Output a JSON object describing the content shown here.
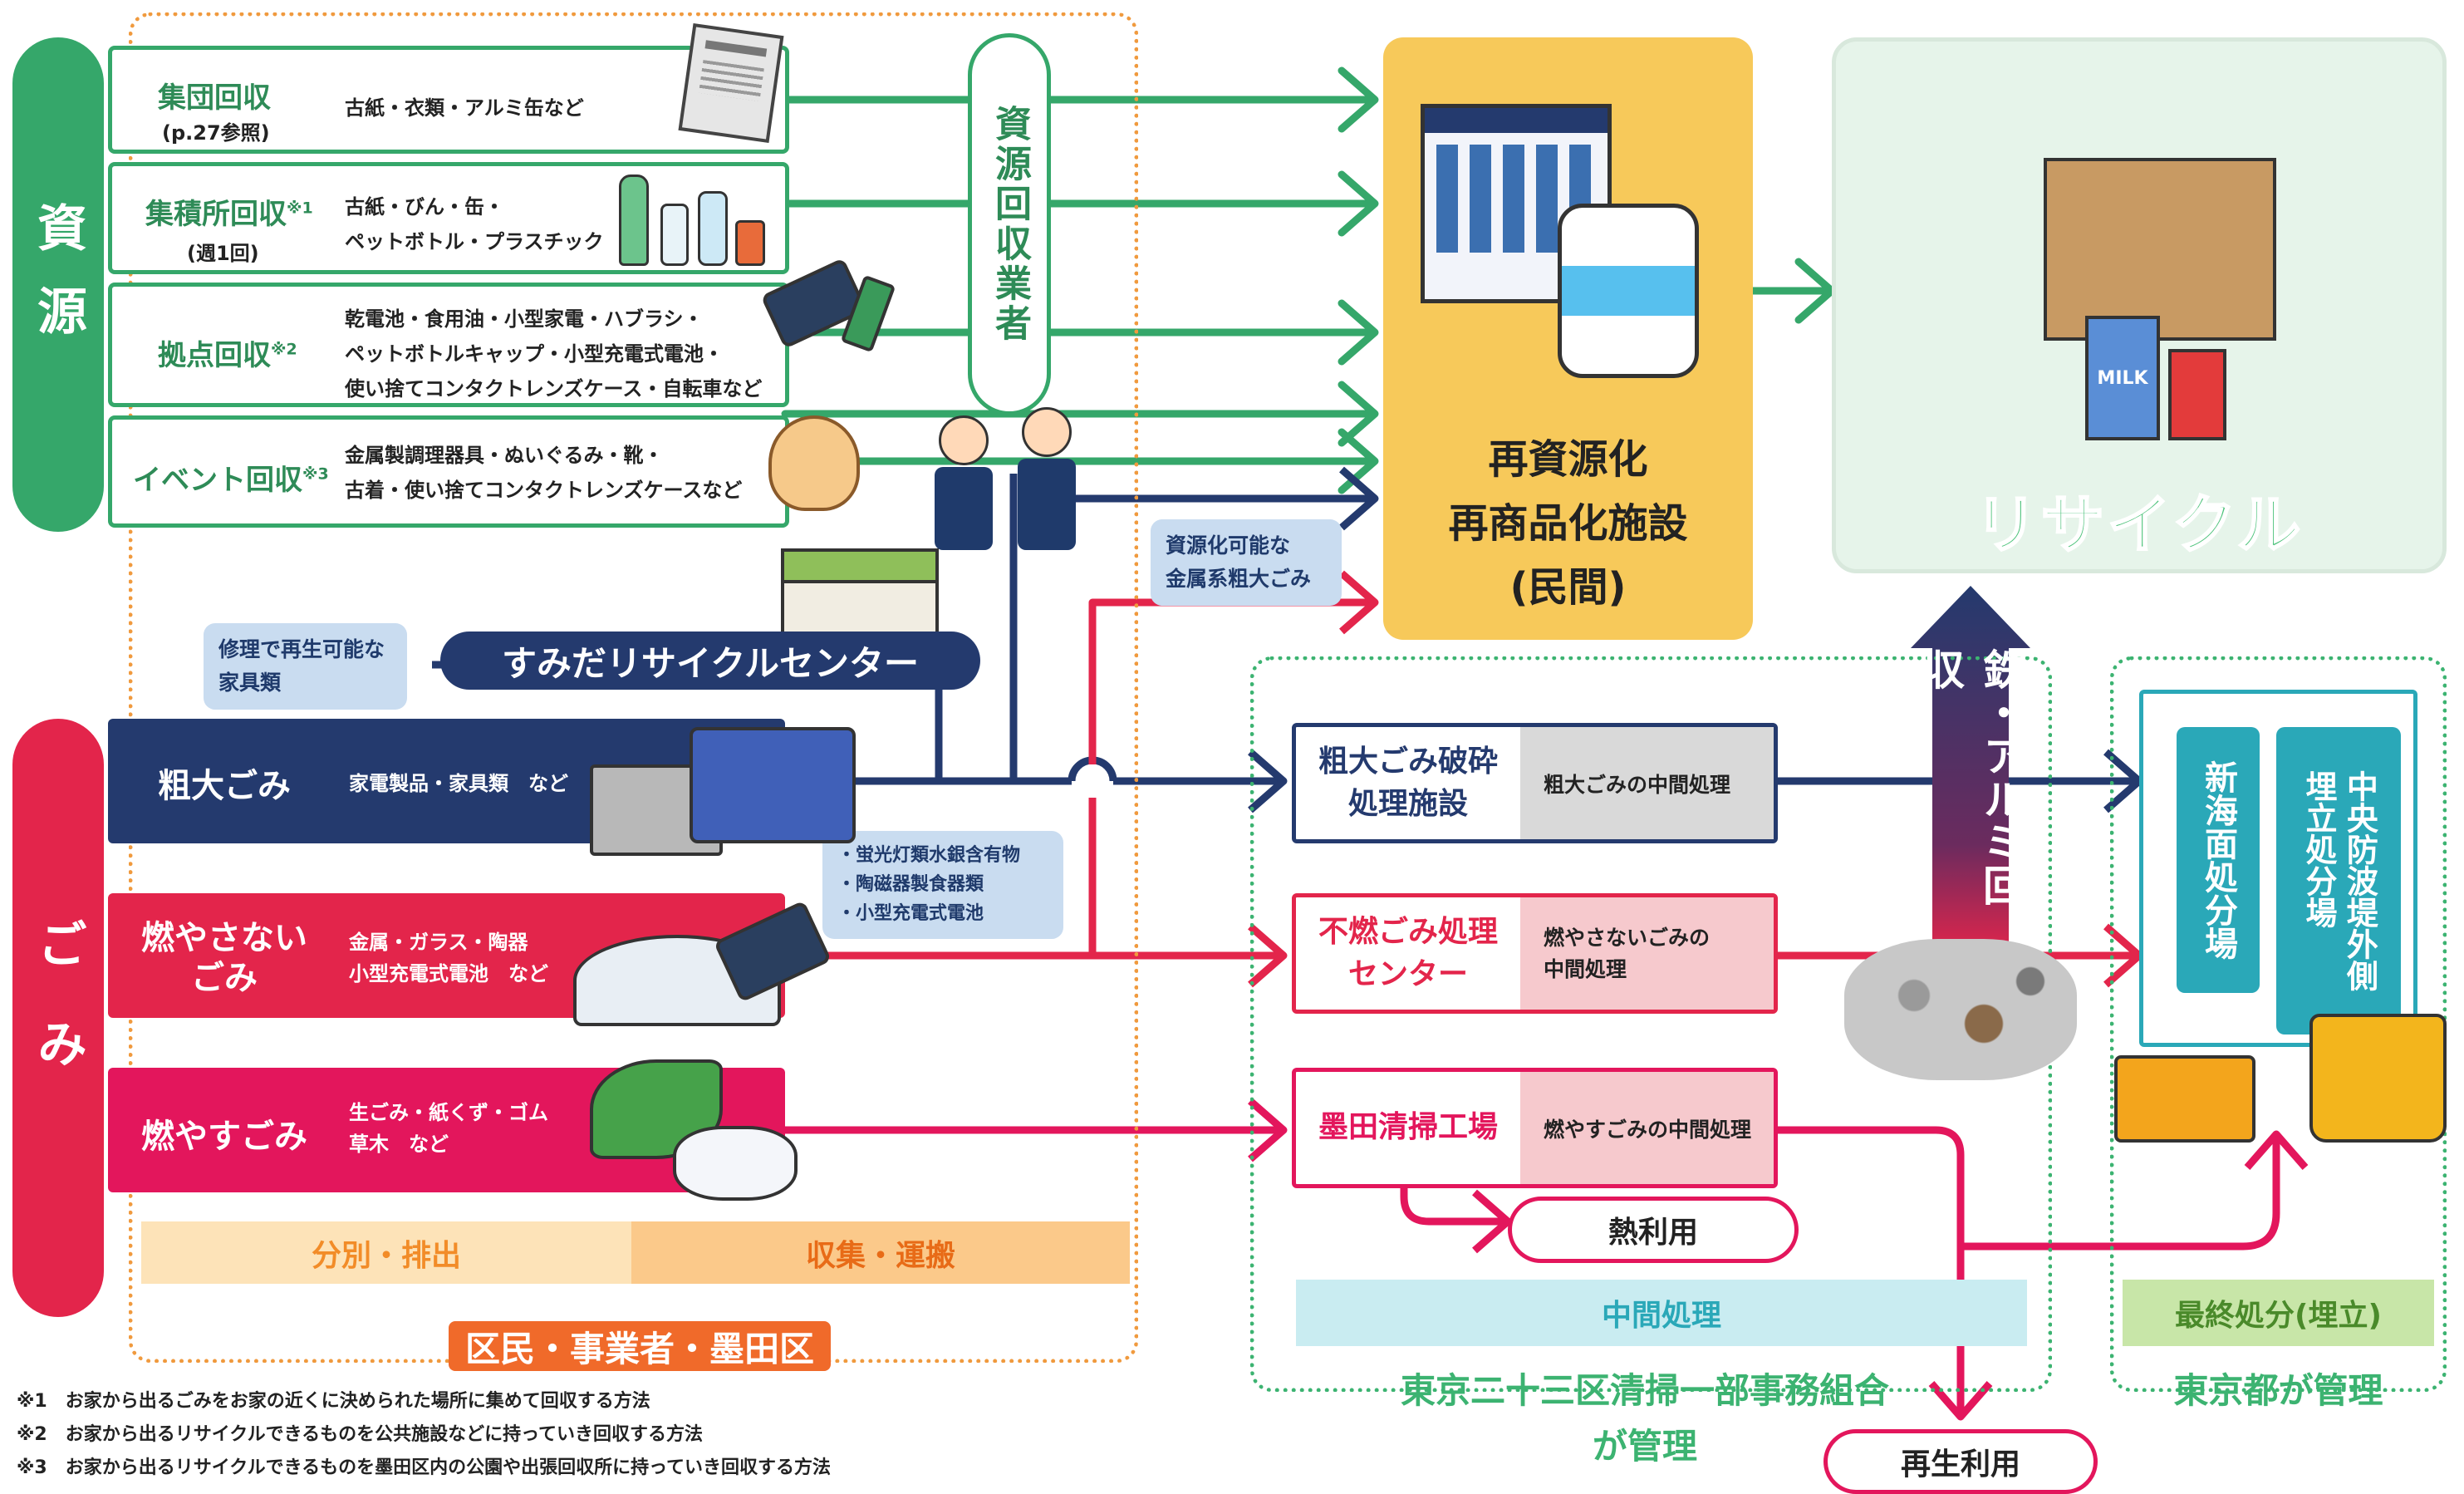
{
  "resources": {
    "side_label": "資源",
    "collections": [
      {
        "title": "集団回収",
        "sub": "(p.27参照)",
        "items": "古紙・衣類・アルミ缶など"
      },
      {
        "title": "集積所回収",
        "mark": "※1",
        "sub": "(週1回)",
        "items": "古紙・びん・缶・\nペットボトル・プラスチック"
      },
      {
        "title": "拠点回収",
        "mark": "※2",
        "sub": "",
        "items": "乾電池・食用油・小型家電・ハブラシ・\nペットボトルキャップ・小型充電式電池・\n使い捨てコンタクトレンズケース・自転車など"
      },
      {
        "title": "イベント回収",
        "mark": "※3",
        "sub": "",
        "items": "金属製調理器具・ぬいぐるみ・靴・\n古着・使い捨てコンタクトレンズケースなど"
      }
    ],
    "collector": "資源回収業者",
    "milk_label": "MILK"
  },
  "facility_private": {
    "line1": "再資源化",
    "line2": "再商品化施設",
    "line3": "(民間)"
  },
  "recycle": {
    "label": "リサイクル"
  },
  "recycle_center": {
    "label": "すみだリサイクルセンター",
    "bubble": "修理で再生可能な\n家具類"
  },
  "metal_bubble": "資源化可能な\n金属系粗大ごみ",
  "hazard_bubble": "・蛍光灯類水銀含有物\n・陶磁器製食器類\n・小型充電式電池",
  "garbage": {
    "side_label": "ごみ",
    "types": [
      {
        "title": "粗大ごみ",
        "items": "家電製品・家具類　など",
        "color": "#243a6e"
      },
      {
        "title": "燃やさない\nごみ",
        "items": "金属・ガラス・陶器\n小型充電式電池　など",
        "color": "#e3254b"
      },
      {
        "title": "燃やすごみ",
        "items": "生ごみ・紙くず・ゴム\n草木　など",
        "color": "#e3165c"
      }
    ]
  },
  "facilities": [
    {
      "name": "粗大ごみ破砕\n処理施設",
      "desc": "粗大ごみの中間処理",
      "color": "#243a6e",
      "bg": "#d9d9d9"
    },
    {
      "name": "不燃ごみ処理\nセンター",
      "desc": "燃やさないごみの\n中間処理",
      "color": "#e3254b",
      "bg": "#f6c9cd"
    },
    {
      "name": "墨田清掃工場",
      "desc": "燃やすごみの中間処理",
      "color": "#e3165c",
      "bg": "#f6c9cd"
    }
  ],
  "iron_aluminum": "鉄・アルミ回収",
  "heat_use": "熱利用",
  "regen_use": "再生利用",
  "landfill": {
    "a": "新海面処分場",
    "b": "中央防波堤外側\n埋立処分場"
  },
  "bands": {
    "sort": "分別・排出",
    "collect": "収集・運搬",
    "residents": "区民・事業者・墨田区",
    "intermediate": "中間処理",
    "intermediate_mgr": "東京二十三区清掃一部事務組合\nが管理",
    "final": "最終処分(埋立)",
    "final_mgr": "東京都が管理"
  },
  "notes": [
    "※1　お家から出るごみをお家の近くに決められた場所に集めて回収する方法",
    "※2　お家から出るリサイクルできるものを公共施設などに持っていき回収する方法",
    "※3　お家から出るリサイクルできるものを墨田区内の公園や出張回収所に持っていき回収する方法"
  ],
  "colors": {
    "green": "#35a76a",
    "navy": "#243a6e",
    "red": "#e3254b",
    "pink": "#e3165c",
    "yellow": "#f7c95a",
    "teal": "#2aa8b8"
  }
}
